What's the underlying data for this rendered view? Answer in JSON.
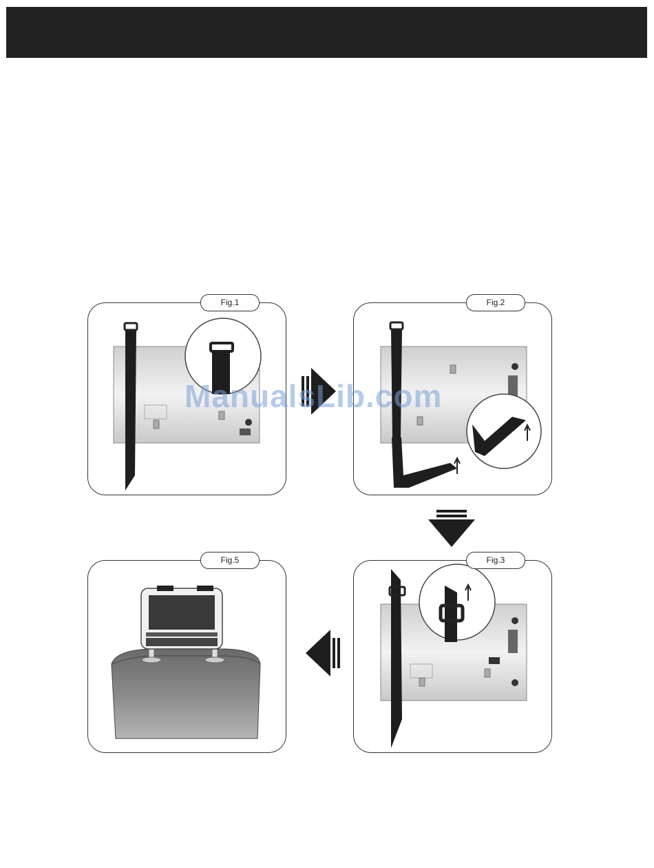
{
  "figures": [
    {
      "id": "fig1",
      "label": "Fig.1"
    },
    {
      "id": "fig2",
      "label": "Fig.2"
    },
    {
      "id": "fig3",
      "label": "Fig.3"
    },
    {
      "id": "fig5",
      "label": "Fig.5"
    }
  ],
  "watermark": "ManualsLib.com",
  "icons": {
    "arrow_right": "arrow-right-icon",
    "arrow_down": "arrow-down-icon",
    "arrow_left": "arrow-left-icon"
  },
  "colors": {
    "header": "#222222",
    "strap": "#1e1e1e",
    "device_panel": "#e6e6e6",
    "watermark": "#78a0d7"
  }
}
